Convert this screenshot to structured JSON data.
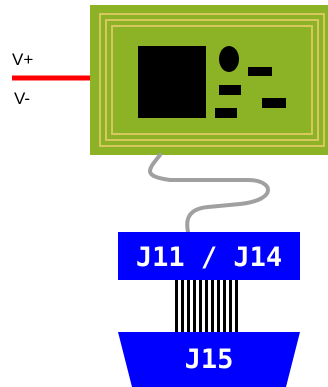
{
  "power": {
    "v_plus_label": "V+",
    "v_minus_label": "V-"
  },
  "connectors": {
    "upper_label": "J11 / J14",
    "lower_label": "J15"
  },
  "colors": {
    "pcb": "#8cb225",
    "pcb_trace": "#d6c85e",
    "component": "#000000",
    "wire_red": "#ff0000",
    "cable_gray": "#a0a0a0",
    "connector_blue": "#0000ff",
    "text_white": "#ffffff"
  }
}
